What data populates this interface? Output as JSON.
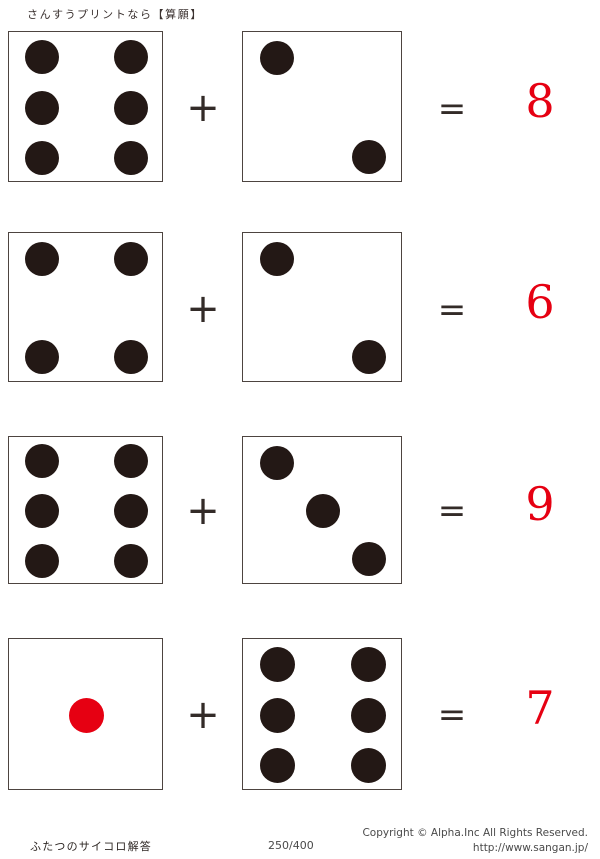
{
  "header": {
    "title": "さんすうプリントなら【算願】"
  },
  "colors": {
    "pip": "#231815",
    "pip_highlight": "#e60012",
    "answer": "#e60012",
    "die_border": "#4d4440",
    "operator": "#332b28",
    "page_background": "#ffffff"
  },
  "operators": {
    "plus": "+",
    "equals": "="
  },
  "problems": [
    {
      "index": 1,
      "left_die": {
        "value": 6,
        "pip_color": "#231815"
      },
      "right_die": {
        "value": 2,
        "pip_color": "#231815"
      },
      "plus": "+",
      "equals": "=",
      "answer": "8"
    },
    {
      "index": 2,
      "left_die": {
        "value": 4,
        "pip_color": "#231815"
      },
      "right_die": {
        "value": 2,
        "pip_color": "#231815"
      },
      "plus": "+",
      "equals": "=",
      "answer": "6"
    },
    {
      "index": 3,
      "left_die": {
        "value": 6,
        "pip_color": "#231815"
      },
      "right_die": {
        "value": 3,
        "pip_color": "#231815"
      },
      "plus": "+",
      "equals": "=",
      "answer": "9"
    },
    {
      "index": 4,
      "left_die": {
        "value": 1,
        "pip_color": "#e60012"
      },
      "right_die": {
        "value": 6,
        "pip_color": "#231815"
      },
      "plus": "+",
      "equals": "=",
      "answer": "7"
    }
  ],
  "footer": {
    "worksheet_label": "ふたつのサイコロ解答",
    "page_number": "250/400",
    "copyright": "Copyright ©  Alpha.Inc All Rights Reserved.",
    "url": "http://www.sangan.jp/"
  }
}
